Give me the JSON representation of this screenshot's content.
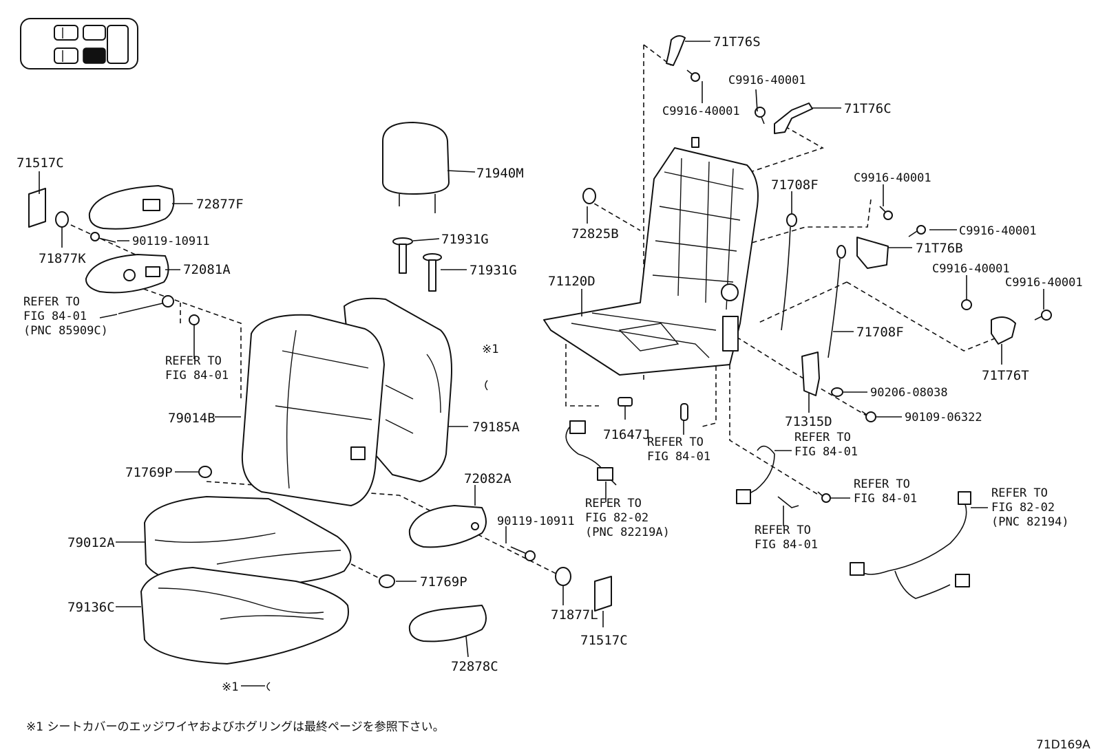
{
  "diagram_id": "71D169A",
  "footnote": "※1 シートカバーのエッジワイヤおよびホグリングは最終ページを参照下さい。",
  "footnote_marker": "※1",
  "parts": {
    "p71517c_left": "71517C",
    "p72877f": "72877F",
    "p90119_10911_left": "90119-10911",
    "p71877k": "71877K",
    "p72081a": "72081A",
    "p71940m": "71940M",
    "p71931g_1": "71931G",
    "p71931g_2": "71931G",
    "p71t76s": "71T76S",
    "p71t76c": "71T76C",
    "pc9916_1": "C9916-40001",
    "pc9916_2": "C9916-40001",
    "pc9916_3": "C9916-40001",
    "pc9916_4": "C9916-40001",
    "pc9916_5": "C9916-40001",
    "pc9916_6": "C9916-40001",
    "p71708f_1": "71708F",
    "p71708f_2": "71708F",
    "p72825b": "72825B",
    "p71120d": "71120D",
    "p71t76b": "71T76B",
    "p71t76t": "71T76T",
    "p90206_08038": "90206-08038",
    "p90109_06322": "90109-06322",
    "p71315d": "71315D",
    "p71647j": "71647J",
    "p79014b": "79014B",
    "p79185a": "79185A",
    "p72082a": "72082A",
    "p90119_10911_right": "90119-10911",
    "p71769p_1": "71769P",
    "p71769p_2": "71769P",
    "p79012a": "79012A",
    "p79136c": "79136C",
    "p71877l": "71877L",
    "p71517c_right": "71517C",
    "p72878c": "72878C",
    "mark_1": "※1"
  },
  "refs": {
    "r1": [
      "REFER TO",
      "FIG 84-01",
      "(PNC 85909C)"
    ],
    "r2": [
      "REFER TO",
      "FIG 84-01"
    ],
    "r3": [
      "REFER TO",
      "FIG 84-01"
    ],
    "r4": [
      "REFER TO",
      "FIG 84-01"
    ],
    "r5": [
      "REFER TO",
      "FIG 84-01"
    ],
    "r6": [
      "REFER TO",
      "FIG 84-01"
    ],
    "r7": [
      "REFER TO",
      "FIG 82-02",
      "(PNC 82219A)"
    ],
    "r8": [
      "REFER TO",
      "FIG 82-02",
      "(PNC 82194)"
    ]
  }
}
